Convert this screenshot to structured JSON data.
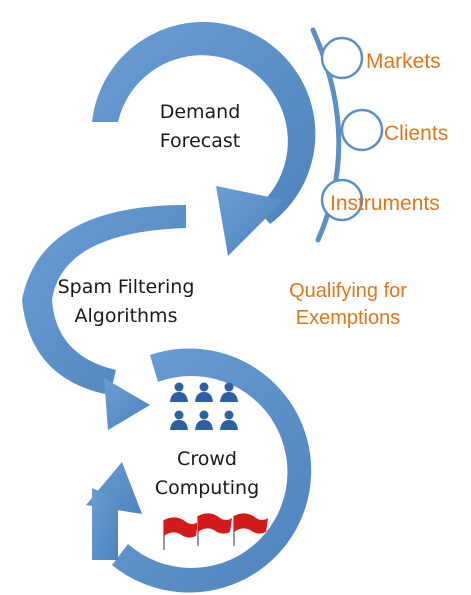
{
  "stages": [
    {
      "line1": "Demand",
      "line2": "Forecast"
    },
    {
      "line1": "Spam Filtering",
      "line2": "Algorithms"
    },
    {
      "line1": "Crowd",
      "line2": "Computing"
    }
  ],
  "branches": [
    {
      "label": "Markets"
    },
    {
      "label": "Clients"
    },
    {
      "label": "Instruments"
    }
  ],
  "side_note": {
    "line1": "Qualifying for",
    "line2": "Exemptions"
  },
  "icons": {
    "people": "people-group-icon",
    "flags": "red-flag-icon"
  },
  "colors": {
    "arrow_fill": "#5b8fc7",
    "arrow_dark": "#3f73ad",
    "label_text": "#1a1a1a",
    "accent_text": "#e0761c",
    "people": "#2d5fa3",
    "flag": "#d41a1a",
    "bubble_stroke": "#5b8fc7"
  }
}
